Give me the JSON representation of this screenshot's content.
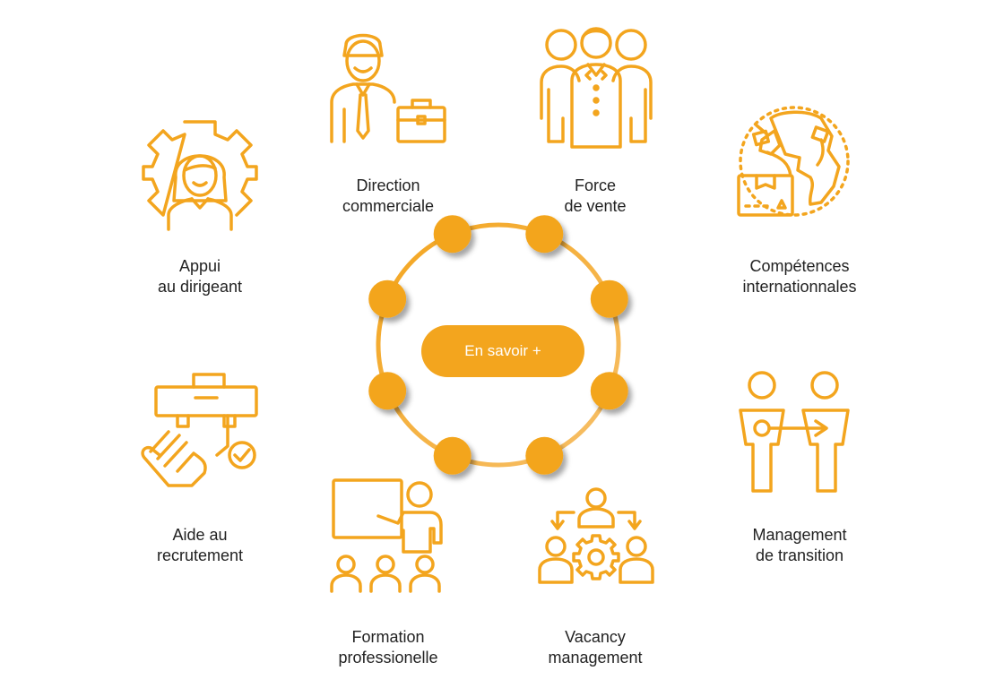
{
  "colors": {
    "accent": "#F3A51E",
    "text": "#222222",
    "background": "#FFFFFF"
  },
  "center_button": {
    "label": "En savoir +"
  },
  "services": [
    {
      "id": "appui",
      "icon": "gear-woman-icon",
      "line1": "Appui",
      "line2": "au dirigeant"
    },
    {
      "id": "direction",
      "icon": "businessman-briefcase-icon",
      "line1": "Direction",
      "line2": "commerciale"
    },
    {
      "id": "force",
      "icon": "sales-team-icon",
      "line1": "Force",
      "line2": "de vente"
    },
    {
      "id": "competences",
      "icon": "globe-package-icon",
      "line1": "Compétences",
      "line2": "internationnales"
    },
    {
      "id": "aide",
      "icon": "hand-briefcase-check-icon",
      "line1": "Aide au",
      "line2": "recrutement"
    },
    {
      "id": "management",
      "icon": "handover-people-icon",
      "line1": "Management",
      "line2": "de transition"
    },
    {
      "id": "formation",
      "icon": "training-presentation-icon",
      "line1": "Formation",
      "line2": "professionelle"
    },
    {
      "id": "vacancy",
      "icon": "team-gear-icon",
      "line1": "Vacancy",
      "line2": "management"
    }
  ],
  "ring": {
    "node_count": 8
  }
}
